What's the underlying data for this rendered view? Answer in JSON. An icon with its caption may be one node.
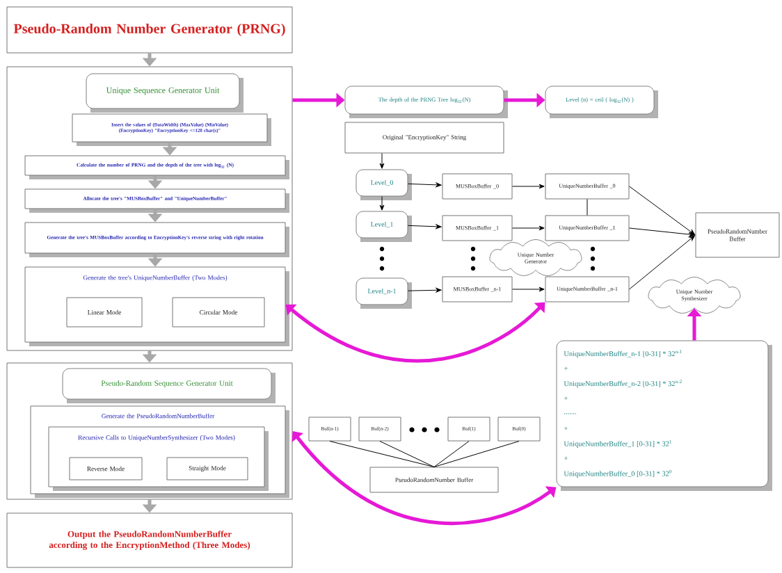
{
  "diagram": {
    "nodes": [
      {
        "text": [
          "Pseudo-Random Number Generator (PRNG)"
        ]
      },
      {
        "text": [],
        "shape": "box"
      },
      {
        "text": [
          "Unique Sequence Generator Unit"
        ],
        "in": 1
      },
      {
        "text": [
          "Insert the values of (DataWidth) (MaxValue) (MinValue) (EncryptionKey) \"EncryptionKey <=128 char(s)\""
        ],
        "in": 1
      },
      {
        "text": [
          "Calculate the number of PRNG and the depth of the tree with log$_{32}$ (N)"
        ],
        "in": 1
      },
      {
        "text": [
          "Allocate the tree's \"MUSBoxBuffer\" and \"UniqueNumberBuffer\""
        ],
        "in": 1
      },
      {
        "text": [
          "Generate the tree's MUSBoxBuffer according to EncryptionKey's reverse string with right rotation"
        ],
        "in": 1
      },
      {
        "text": [
          "Generate the tree's UniqueNumberBuffer (Two Modes)"
        ],
        "in": 1
      },
      {
        "text": [
          "Linear Mode"
        ],
        "in": 7
      },
      {
        "text": [
          "Circular Mode"
        ],
        "in": 7
      },
      {
        "text": [],
        "shape": "box"
      },
      {
        "text": [
          "Pseudo-Random Sequence Generator Unit"
        ],
        "in": 10
      },
      {
        "text": [
          "Generate the PseudoRandomNumberBuffer"
        ],
        "in": 10
      },
      {
        "text": [
          "Recursive Calls to UniqueNumberSynthesizer (Two Modes)"
        ],
        "in": 12
      },
      {
        "text": [
          "Reverse Mode"
        ],
        "in": 13
      },
      {
        "text": [
          "Straight Mode"
        ],
        "in": 13
      },
      {
        "text": [
          "Output the PseudoRandomNumberBuffer according to the EncryptionMethod (Three Modes)"
        ]
      },
      {
        "text": [
          "The depth of the PRNG Tree log$_{32}$(N)"
        ]
      },
      {
        "text": [
          "Level (n) = ceil ( log$_{32}$(N) )"
        ]
      },
      {
        "text": [
          "Original \"EncryptionKey\" String"
        ]
      },
      {
        "text": [
          "Level_0"
        ]
      },
      {
        "text": [
          "Level_1"
        ]
      },
      {
        "text": [
          "Level_n-1"
        ]
      },
      {
        "text": [
          "MUSBoxBuffer _0"
        ]
      },
      {
        "text": [
          "MUSBoxBuffer _1"
        ]
      },
      {
        "text": [
          "MUSBoxBuffer _n-1"
        ]
      },
      {
        "text": [
          "UniqueNumberBuffer _0"
        ]
      },
      {
        "text": [
          "UniqueNumberBuffer _1"
        ]
      },
      {
        "text": [
          "UniqueNumberBuffer _n-1"
        ]
      },
      {
        "text": [
          "PseudoRandomNumber Buffer"
        ]
      },
      {
        "text": [
          "Unique Number Generator"
        ]
      },
      {
        "text": [
          "Unique Number Synthesizer"
        ]
      },
      {
        "text": [
          "UniqueNumberBuffer_n-1 [0-31] * 32$^{n-1}$",
          "+",
          "UniqueNumberBuffer_n-2 [0-31] * 32$^{n-2}$",
          "+",
          ".......",
          "+",
          "UniqueNumberBuffer_1 [0-31] * 32$^{1}$",
          "+",
          "UniqueNumberBuffer_0 [0-31] * 32$^{0}$"
        ]
      },
      {
        "text": [
          "Buf(n-1)"
        ]
      },
      {
        "text": [
          "Buf(n-2)"
        ]
      },
      {
        "text": [
          "Buf(1)"
        ]
      },
      {
        "text": [
          "Buf(0)"
        ]
      },
      {
        "text": [
          "PseudoRandomNumber Buffer"
        ]
      }
    ],
    "edges": [
      {
        "from": 0,
        "to": 1,
        "arrow": "to",
        "style": "thick",
        "color": "#a8a8a8"
      },
      {
        "from": 3,
        "to": 4,
        "arrow": "to",
        "style": "thick",
        "color": "#a8a8a8"
      },
      {
        "from": 4,
        "to": 5,
        "arrow": "to",
        "style": "thick",
        "color": "#a8a8a8"
      },
      {
        "from": 5,
        "to": 6,
        "arrow": "to",
        "style": "thick",
        "color": "#a8a8a8"
      },
      {
        "from": 6,
        "to": 7,
        "arrow": "to",
        "style": "thick",
        "color": "#a8a8a8"
      },
      {
        "from": 1,
        "to": 10,
        "arrow": "to",
        "style": "thick",
        "color": "#a8a8a8"
      },
      {
        "from": 10,
        "to": 16,
        "arrow": "to",
        "style": "thick",
        "color": "#a8a8a8"
      },
      {
        "from": 1,
        "to": 17,
        "arrow": "to",
        "style": "thick",
        "color": "#e619d6"
      },
      {
        "from": 17,
        "to": 18,
        "arrow": "to",
        "style": "thick",
        "color": "#e619d6"
      },
      {
        "from": 7,
        "to": 28,
        "arrow": "both",
        "style": "thick",
        "color": "#e619d6"
      },
      {
        "from": 10,
        "to": 32,
        "arrow": "both",
        "style": "thick",
        "color": "#e619d6"
      },
      {
        "from": 32,
        "to": 31,
        "arrow": "to",
        "style": "thick",
        "color": "#e619d6"
      },
      {
        "from": 19,
        "to": 20,
        "arrow": "to"
      },
      {
        "from": 20,
        "to": 21,
        "arrow": "to"
      },
      {
        "from": 20,
        "to": 23,
        "arrow": "to"
      },
      {
        "from": 21,
        "to": 24,
        "arrow": "to"
      },
      {
        "from": 22,
        "to": 25,
        "arrow": "to"
      },
      {
        "from": 23,
        "to": 26,
        "arrow": "to"
      },
      {
        "from": 24,
        "to": 27,
        "arrow": "to"
      },
      {
        "from": 25,
        "to": 28,
        "arrow": "to"
      },
      {
        "from": 26,
        "to": 27,
        "arrow": "none"
      },
      {
        "from": 26,
        "to": 29,
        "arrow": "to"
      },
      {
        "from": 27,
        "to": 29,
        "arrow": "to"
      },
      {
        "from": 28,
        "to": 29,
        "arrow": "to"
      },
      {
        "from": 33,
        "to": 37,
        "arrow": "none"
      },
      {
        "from": 34,
        "to": 37,
        "arrow": "none"
      },
      {
        "from": 35,
        "to": 37,
        "arrow": "none"
      },
      {
        "from": 36,
        "to": 37,
        "arrow": "none"
      }
    ]
  }
}
